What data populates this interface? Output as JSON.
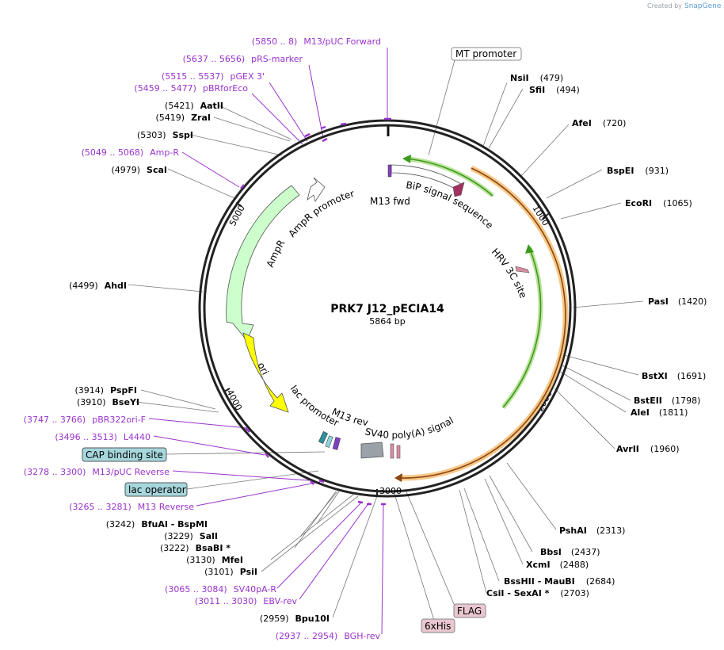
{
  "credit": {
    "created_by": "Created by",
    "brand": "SnapGene"
  },
  "plasmid": {
    "name": "PRK7 J12_pECIA14",
    "length": "5864 bp"
  },
  "ticks": [
    "1000",
    "2000",
    "3000",
    "4000",
    "5000"
  ],
  "labels": [
    {
      "pos": "(479)",
      "name": "NsiI",
      "kind": "site"
    },
    {
      "pos": "(494)",
      "name": "SfiI",
      "kind": "site"
    },
    {
      "pos": "(720)",
      "name": "AfeI",
      "kind": "site"
    },
    {
      "pos": "(931)",
      "name": "BspEI",
      "kind": "site"
    },
    {
      "pos": "(1065)",
      "name": "EcoRI",
      "kind": "site"
    },
    {
      "pos": "(1420)",
      "name": "PasI",
      "kind": "site"
    },
    {
      "pos": "(1691)",
      "name": "BstXI",
      "kind": "site"
    },
    {
      "pos": "(1798)",
      "name": "BstEII",
      "kind": "site"
    },
    {
      "pos": "(1811)",
      "name": "AleI",
      "kind": "site"
    },
    {
      "pos": "(1960)",
      "name": "AvrII",
      "kind": "site"
    },
    {
      "pos": "(2313)",
      "name": "PshAI",
      "kind": "site"
    },
    {
      "pos": "(2437)",
      "name": "BbsI",
      "kind": "site"
    },
    {
      "pos": "(2488)",
      "name": "XcmI",
      "kind": "site"
    },
    {
      "pos": "(2684)",
      "name": "BssHII - MauBI",
      "kind": "site"
    },
    {
      "pos": "(2703)",
      "name": "CsiI - SexAI *",
      "kind": "site"
    },
    {
      "pos": "(5850 .. 8)",
      "name": "M13/pUC Forward",
      "kind": "primer"
    },
    {
      "pos": "(5637 .. 5656)",
      "name": "pRS-marker",
      "kind": "primer"
    },
    {
      "pos": "(5515 .. 5537)",
      "name": "pGEX 3'",
      "kind": "primer"
    },
    {
      "pos": "(5459 .. 5477)",
      "name": "pBRforEco",
      "kind": "primer"
    },
    {
      "pos": "(5421)",
      "name": "AatII",
      "kind": "site"
    },
    {
      "pos": "(5419)",
      "name": "ZraI",
      "kind": "site"
    },
    {
      "pos": "(5303)",
      "name": "SspI",
      "kind": "site"
    },
    {
      "pos": "(5049 .. 5068)",
      "name": "Amp-R",
      "kind": "primer"
    },
    {
      "pos": "(4979)",
      "name": "ScaI",
      "kind": "site"
    },
    {
      "pos": "(4499)",
      "name": "AhdI",
      "kind": "site"
    },
    {
      "pos": "(3914)",
      "name": "PspFI",
      "kind": "site"
    },
    {
      "pos": "(3910)",
      "name": "BseYI",
      "kind": "site"
    },
    {
      "pos": "(3747 .. 3766)",
      "name": "pBR322ori-F",
      "kind": "primer"
    },
    {
      "pos": "(3496 .. 3513)",
      "name": "L4440",
      "kind": "primer"
    },
    {
      "pos": "(3278 .. 3300)",
      "name": "M13/pUC Reverse",
      "kind": "primer"
    },
    {
      "pos": "(3265 .. 3281)",
      "name": "M13 Reverse",
      "kind": "primer"
    },
    {
      "pos": "(3242)",
      "name": "BfuAI - BspMI",
      "kind": "site"
    },
    {
      "pos": "(3229)",
      "name": "SalI",
      "kind": "site"
    },
    {
      "pos": "(3222)",
      "name": "BsaBI *",
      "kind": "site"
    },
    {
      "pos": "(3130)",
      "name": "MfeI",
      "kind": "site"
    },
    {
      "pos": "(3101)",
      "name": "PsiI",
      "kind": "site"
    },
    {
      "pos": "(3065 .. 3084)",
      "name": "SV40pA-R",
      "kind": "primer"
    },
    {
      "pos": "(3011 .. 3030)",
      "name": "EBV-rev",
      "kind": "primer"
    },
    {
      "pos": "(2959)",
      "name": "Bpu10I",
      "kind": "site"
    },
    {
      "pos": "(2937 .. 2954)",
      "name": "BGH-rev",
      "kind": "primer"
    }
  ],
  "boxes": [
    {
      "text": "MT promoter",
      "fill": "#ffffff"
    },
    {
      "text": "CAP binding site",
      "fill": "#a6d7dd"
    },
    {
      "text": "lac operator",
      "fill": "#a6d7dd"
    },
    {
      "text": "FLAG",
      "fill": "#e9c6d0"
    },
    {
      "text": "6xHis",
      "fill": "#e9c6d0"
    }
  ],
  "features": [
    "AmpR promoter",
    "AmpR",
    "ori",
    "lac promoter",
    "M13 rev",
    "M13 fwd",
    "BiP signal sequence",
    "HRV 3C site",
    "SV40 poly(A) signal"
  ],
  "colors": {
    "primer": "#9933cc",
    "backbone": "#222222",
    "orf_highlight": "#f5c27a",
    "orf_arrow": "#8b4513",
    "green_arrow": "#3c9a1e",
    "ampr": "#ccffcc",
    "ori": "#ffff00"
  }
}
